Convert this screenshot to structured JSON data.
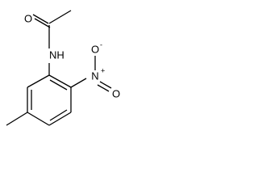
{
  "atoms": {
    "oxygen_carbonyl": "O",
    "nitrogen_amide": "NH",
    "nitrogen_nitro": "N",
    "nitro_charge_plus": "+",
    "oxygen_nitro_upper": "O",
    "oxygen_nitro_upper_charge": "-",
    "oxygen_nitro_lower": "O"
  }
}
